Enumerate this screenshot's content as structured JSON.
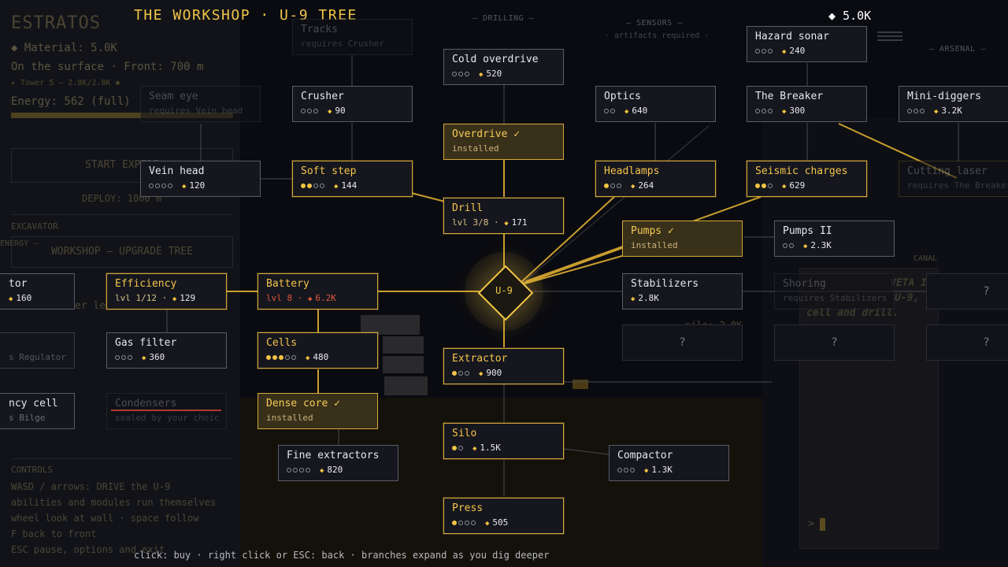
{
  "title": "THE WORKSHOP · U-9 TREE",
  "material": "◆ 5.0K",
  "hint": "click: buy · right click or ESC: back · branches expand as you dig deeper",
  "columns": {
    "drilling": "— DRILLING —",
    "sensors": "— SENSORS —",
    "sensors_sub": "· artifacts required ·",
    "arsenal": "— ARSENAL —"
  },
  "background": {
    "game_title": "ESTRATOS",
    "material": "◆ Material: 5.0K",
    "surface": "On the surface · Front: 700 m",
    "tower": "▸ Tower 5 — 2.8K/2.8K ◆",
    "energy": "Energy: 562 (full)",
    "start": "START EXPEDI",
    "deploy": "DEPLOY: 1000 m",
    "excavator": "EXCAVATOR",
    "energy_hdr": "ENERGY —",
    "workshop_btn": "WORKSHOP — UPGRADE TREE",
    "per_level": "er le",
    "controls": "CONTROLS",
    "controls_lines": [
      "WASD / arrows: DRIVE the U-9",
      "abilities and modules run themselves",
      "wheel look at wall · space follow",
      "F back to front",
      "ESC pause, options and exit"
    ],
    "silo_text": "silo: 2.0K",
    "terminal_a": "VETA I",
    "terminal_b": "U-9,",
    "terminal_c": "cell and drill.",
    "canal": "CANAL",
    "prompt": ">"
  },
  "colors": {
    "accent": "#f0c548",
    "owned_bg": "#39301a",
    "node_bg": "#16171e",
    "red": "#e0553d"
  },
  "core": {
    "label": "U-9"
  },
  "nodes": {
    "tracks": {
      "name": "Tracks",
      "sub": "requires Crusher"
    },
    "crusher": {
      "name": "Crusher",
      "cost": "90"
    },
    "seam_eye": {
      "name": "Seam eye",
      "sub": "requires Vein head"
    },
    "vein_head": {
      "name": "Vein head",
      "cost": "120"
    },
    "soft_step": {
      "name": "Soft step",
      "cost": "144"
    },
    "cold_overdrive": {
      "name": "Cold overdrive",
      "cost": "520"
    },
    "overdrive": {
      "name": "Overdrive ✓",
      "sub": "installed"
    },
    "drill": {
      "name": "Drill",
      "level": "lvl 3/8 ·",
      "cost": "171"
    },
    "optics": {
      "name": "Optics",
      "cost": "640"
    },
    "headlamps": {
      "name": "Headlamps",
      "cost": "264"
    },
    "hazard_sonar": {
      "name": "Hazard sonar",
      "cost": "240"
    },
    "the_breaker": {
      "name": "The Breaker",
      "cost": "300"
    },
    "mini_diggers": {
      "name": "Mini-diggers",
      "cost": "3.2K"
    },
    "seismic_charges": {
      "name": "Seismic charges",
      "cost": "629"
    },
    "cutting_laser": {
      "name": "Cutting laser",
      "sub": "requires The Breaker"
    },
    "pumps": {
      "name": "Pumps ✓",
      "sub": "installed"
    },
    "pumps_ii": {
      "name": "Pumps II",
      "cost": "2.3K"
    },
    "stabilizers": {
      "name": "Stabilizers",
      "cost": "2.8K"
    },
    "shoring": {
      "name": "Shoring",
      "sub": "requires Stabilizers"
    },
    "regulator": {
      "name": "tor",
      "cost": "160"
    },
    "efficiency": {
      "name": "Efficiency",
      "level": "lvl 1/12 ·",
      "cost": "129"
    },
    "battery": {
      "name": "Battery",
      "level": "lvl 8 ·",
      "cost": "6.2K"
    },
    "gas_filter": {
      "name": "Gas filter",
      "cost": "360"
    },
    "regulator2": {
      "name": "s Regulator"
    },
    "cells": {
      "name": "Cells",
      "cost": "480"
    },
    "emergency_cell": {
      "name": "ncy cell",
      "sub": "s Bilge"
    },
    "condensers": {
      "name": "Condensers",
      "sub": "sealed by your choic"
    },
    "dense_core": {
      "name": "Dense core ✓",
      "sub": "installed"
    },
    "fine_extractors": {
      "name": "Fine extractors",
      "cost": "820"
    },
    "extractor": {
      "name": "Extractor",
      "cost": "900"
    },
    "silo": {
      "name": "Silo",
      "cost": "1.5K"
    },
    "compactor": {
      "name": "Compactor",
      "cost": "1.3K"
    },
    "press": {
      "name": "Press",
      "cost": "505"
    },
    "mystery": {
      "label": "?"
    }
  }
}
